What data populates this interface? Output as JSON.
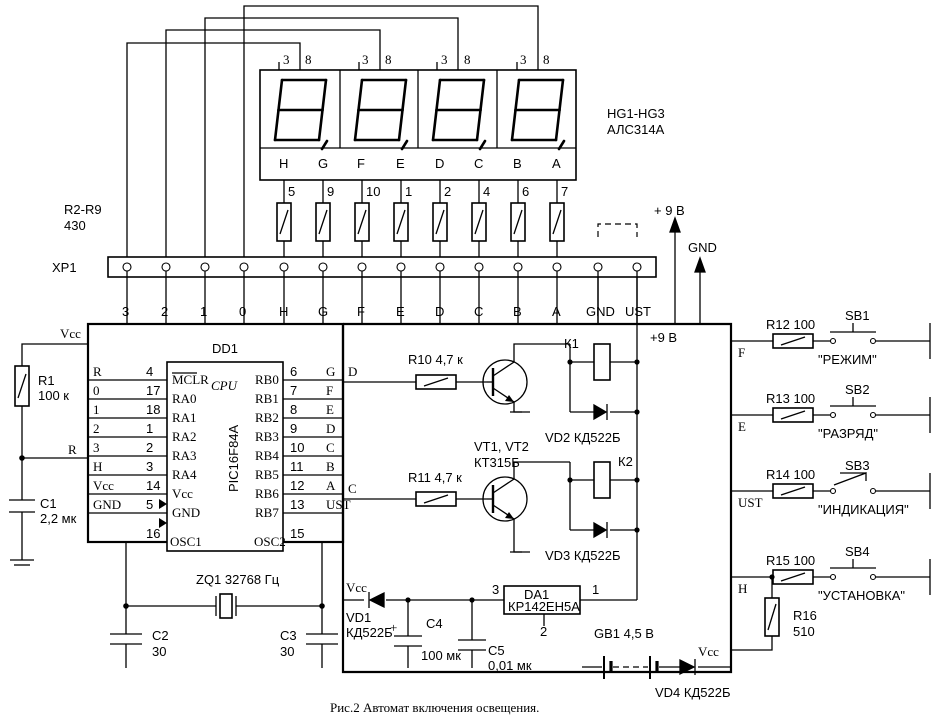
{
  "caption": "Рис.2 Автомат включения освещения.",
  "display": {
    "label_line1": "HG1-HG3",
    "label_line2": "АЛС314А",
    "top_pins": [
      {
        "a": "3",
        "b": "8"
      },
      {
        "a": "3",
        "b": "8"
      },
      {
        "a": "3",
        "b": "8"
      },
      {
        "a": "3",
        "b": "8"
      }
    ],
    "seg_labels": [
      "H",
      "G",
      "F",
      "E",
      "D",
      "C",
      "B",
      "A"
    ],
    "seg_pins": [
      "5",
      "9",
      "10",
      "1",
      "2",
      "4",
      "6",
      "7"
    ]
  },
  "resistor_array": {
    "name": "R2-R9",
    "value": "430"
  },
  "connector": {
    "name": "XP1",
    "pin_labels": [
      "3",
      "2",
      "1",
      "0",
      "H",
      "G",
      "F",
      "E",
      "D",
      "C",
      "B",
      "A",
      "GND",
      "UST"
    ],
    "supply_label": "+ 9 В",
    "gnd_label": "GND"
  },
  "mcu": {
    "name": "DD1",
    "part": "PIC16F84A",
    "cpu_label": "CPU",
    "left_signals": [
      "R",
      "0",
      "1",
      "2",
      "3",
      "H",
      "Vcc",
      "GND"
    ],
    "left_pins": [
      "4",
      "17",
      "18",
      "1",
      "2",
      "3",
      "14",
      "5",
      "16"
    ],
    "left_internal": [
      "MCLR",
      "RA0",
      "RA1",
      "RA2",
      "RA3",
      "RA4",
      "Vcc",
      "GND",
      "OSC1"
    ],
    "right_internal": [
      "RB0",
      "RB1",
      "RB2",
      "RB3",
      "RB4",
      "RB5",
      "RB6",
      "RB7",
      "OSC2"
    ],
    "right_pins": [
      "6",
      "7",
      "8",
      "9",
      "10",
      "11",
      "12",
      "13",
      "15"
    ],
    "right_signals": [
      "G",
      "F",
      "E",
      "D",
      "C",
      "B",
      "A",
      "UST"
    ]
  },
  "power_board": {
    "supply": "+9 В",
    "input_d": "D",
    "input_c": "C"
  },
  "components": {
    "R1": {
      "name": "R1",
      "value": "100 к"
    },
    "C1": {
      "name": "C1",
      "value": "2,2 мк"
    },
    "R_node": "R",
    "vcc_label": "Vcc",
    "quartz": "ZQ1 32768 Гц",
    "C2": {
      "name": "C2",
      "value": "30"
    },
    "C3": {
      "name": "C3",
      "value": "30"
    },
    "R10": "R10 4,7 к",
    "R11": "R11 4,7 к",
    "transistors_line1": "VT1, VT2",
    "transistors_line2": "КТ315Б",
    "K1": "К1",
    "K2": "К2",
    "VD2": "VD2 КД522Б",
    "VD3": "VD3 КД522Б",
    "VD1_line1": "VD1",
    "VD1_line2": "КД522Б",
    "C4": {
      "name": "C4",
      "value": "100 мк",
      "plus": "+"
    },
    "C5": {
      "name": "C5",
      "value": "0,01 мк"
    },
    "DA1": {
      "name": "DA1",
      "part": "КР142ЕН5А",
      "pin_in": "3",
      "pin_out": "1",
      "pin_gnd": "2"
    },
    "GB1": "GB1 4,5 В",
    "VD4": "VD4 КД522Б"
  },
  "buttons": [
    {
      "net": "F",
      "resistor": "R12 100",
      "name": "SB1",
      "label": "\"РЕЖИМ\""
    },
    {
      "net": "E",
      "resistor": "R13 100",
      "name": "SB2",
      "label": "\"РАЗРЯД\""
    },
    {
      "net": "UST",
      "resistor": "R14 100",
      "name": "SB3",
      "label": "\"ИНДИКАЦИЯ\""
    },
    {
      "net": "H",
      "resistor": "R15 100",
      "name": "SB4",
      "label": "\"УСТАНОВКА\""
    }
  ],
  "R16": {
    "name": "R16",
    "value": "510"
  }
}
